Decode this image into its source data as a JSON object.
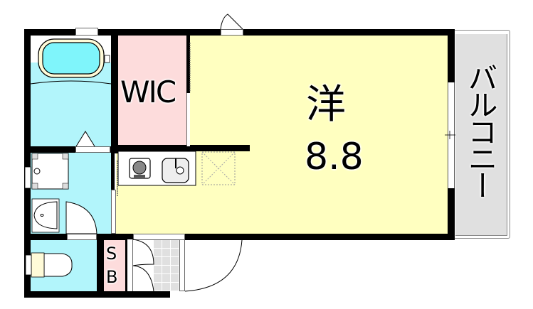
{
  "rooms": {
    "western": {
      "label": "洋",
      "size": "8.8",
      "color": "#ffffc0"
    },
    "wic": {
      "label": "WIC",
      "color": "#fddcdc"
    },
    "balcony": {
      "label": "バルコニー",
      "color": "#e0e0e0"
    },
    "storage": {
      "label_s": "S",
      "label_b": "B",
      "color": "#fddcdc"
    },
    "bath": {
      "color": "#b2f5fb"
    },
    "washroom": {
      "color": "#b2f5fb"
    },
    "toilet": {
      "color": "#b2f5fb"
    },
    "entrance": {
      "color": "#e0e0e0"
    }
  },
  "colors": {
    "wall": "#000000",
    "tub": "#7ff5fb",
    "tub_rim": "#fffbd8"
  }
}
